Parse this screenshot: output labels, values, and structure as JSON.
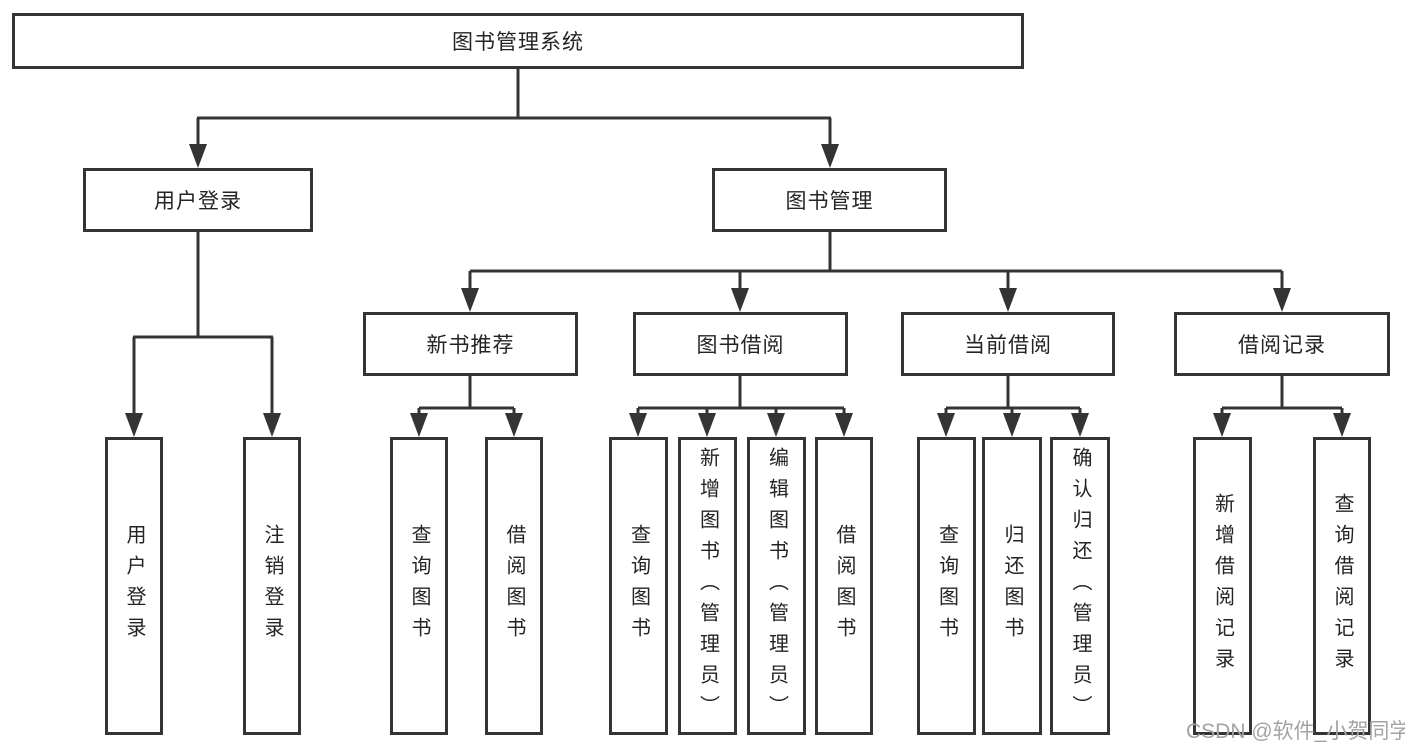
{
  "tree": {
    "root": {
      "label": "图书管理系统"
    },
    "branches": [
      {
        "label": "用户登录",
        "children": [
          {
            "label": "用户登录"
          },
          {
            "label": "注销登录"
          }
        ]
      },
      {
        "label": "图书管理",
        "groups": [
          {
            "label": "新书推荐",
            "children": [
              {
                "label": "查询图书"
              },
              {
                "label": "借阅图书"
              }
            ]
          },
          {
            "label": "图书借阅",
            "children": [
              {
                "label": "查询图书"
              },
              {
                "label": "新增图书（管理员）"
              },
              {
                "label": "编辑图书（管理员）"
              },
              {
                "label": "借阅图书"
              }
            ]
          },
          {
            "label": "当前借阅",
            "children": [
              {
                "label": "查询图书"
              },
              {
                "label": "归还图书"
              },
              {
                "label": "确认归还（管理员）"
              }
            ]
          },
          {
            "label": "借阅记录",
            "children": [
              {
                "label": "新增借阅记录"
              },
              {
                "label": "查询借阅记录"
              }
            ]
          }
        ]
      }
    ]
  },
  "watermark": {
    "text": "CSDN @软件_小贺同学"
  },
  "colors": {
    "line": "#343434",
    "box_border": "#343434",
    "text": "#242424",
    "watermark": "#a3a3a3",
    "background": "#ffffff"
  }
}
